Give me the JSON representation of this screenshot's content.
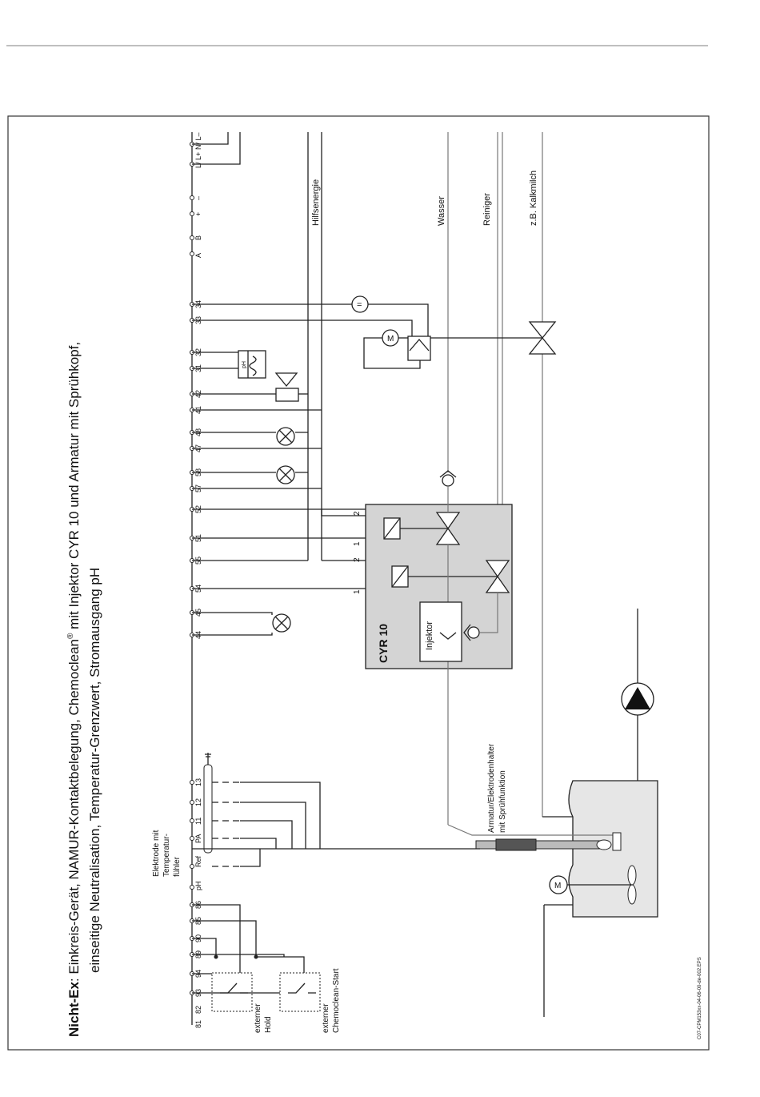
{
  "title": {
    "bold": "Nicht-Ex",
    "line1": ": Einkreis-Gerät, NAMUR-Kontaktbelegung, Chemoclean",
    "reg": "®",
    "line1b": " mit Injektor CYR 10 und Armatur mit Sprühkopf,",
    "line2": "einseitige Neutralisation, Temperatur-Grenzwert, Stromausgang pH"
  },
  "supply": {
    "l": "L/ L+",
    "n": "N/ L–"
  },
  "terminals": {
    "plus": "+",
    "minus": "–",
    "A": "A",
    "B": "B",
    "t34": "34",
    "t33": "33",
    "t32": "32",
    "t31": "31",
    "t42": "42",
    "t41": "41",
    "t48": "48",
    "t47": "47",
    "t58": "58",
    "t57": "57",
    "t52": "52",
    "t51": "51",
    "t55": "55",
    "t54": "54",
    "t45": "45",
    "t44": "44",
    "t13": "13",
    "t12": "12",
    "t11": "11",
    "tPA": "PA",
    "tRef": "Ref",
    "tpH": "pH",
    "t86": "86",
    "t85": "85",
    "t90": "90",
    "t89": "89",
    "t94": "94",
    "t93": "93",
    "t82": "82",
    "t81": "81"
  },
  "labels": {
    "hilfsenergie": "Hilfsenergie",
    "wasser": "Wasser",
    "reiniger": "Reiniger",
    "kalkmilch": "z.B. Kalkmilch",
    "cyr10": "CYR 10",
    "injektor": "Injektor",
    "elektrode": [
      "Elektrode mit",
      "Temperatur-",
      "fühler"
    ],
    "armatur": [
      "Armatur/Elektrodenhalter",
      "mit Sprühfunktion"
    ],
    "hold": [
      "externer",
      "Hold"
    ],
    "chemoclean": [
      "externer",
      "Chemoclean-Start"
    ],
    "ph_box": "pH",
    "motor": "M",
    "dc_sym": "=",
    "valve_n1": "1",
    "valve_n2": "2",
    "valve_n1b": "1",
    "valve_n2b": "2"
  },
  "footer_code": "C07-CPM153xx-04-06-00-de-002.EPS",
  "colors": {
    "cyr_box": "#d4d4d4",
    "tank": "#e6e6e6"
  }
}
